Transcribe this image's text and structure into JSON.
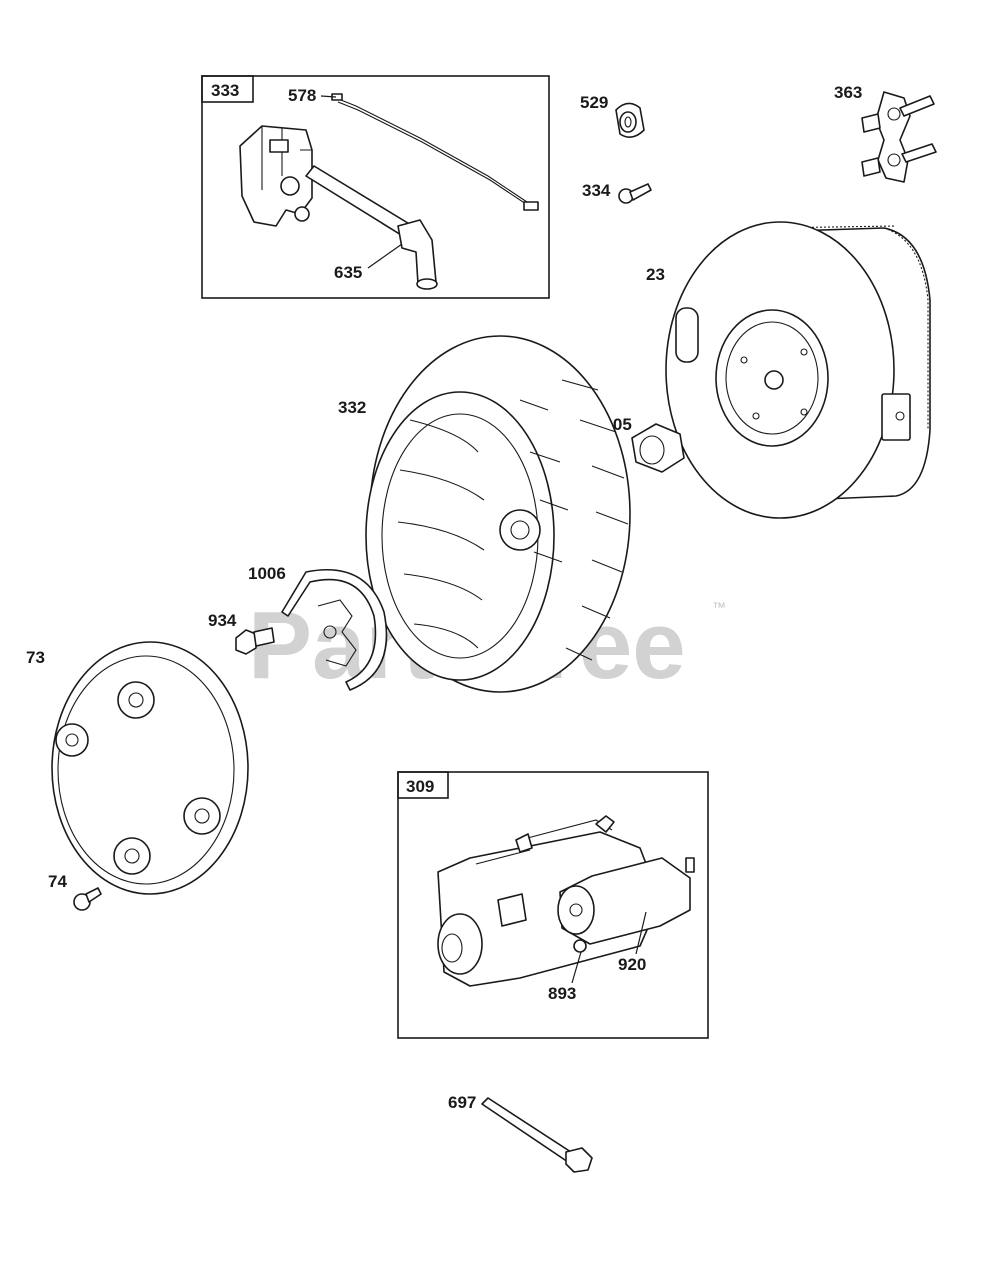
{
  "watermark": {
    "text": "PartsTree",
    "trademark": "™"
  },
  "group_boxes": [
    {
      "id": "333"
    },
    {
      "id": "309"
    }
  ],
  "callouts": [
    {
      "id": "578"
    },
    {
      "id": "635"
    },
    {
      "id": "529"
    },
    {
      "id": "334"
    },
    {
      "id": "363"
    },
    {
      "id": "23"
    },
    {
      "id": "1005"
    },
    {
      "id": "332"
    },
    {
      "id": "1006"
    },
    {
      "id": "934"
    },
    {
      "id": "73"
    },
    {
      "id": "74"
    },
    {
      "id": "920"
    },
    {
      "id": "893"
    },
    {
      "id": "697"
    }
  ]
}
